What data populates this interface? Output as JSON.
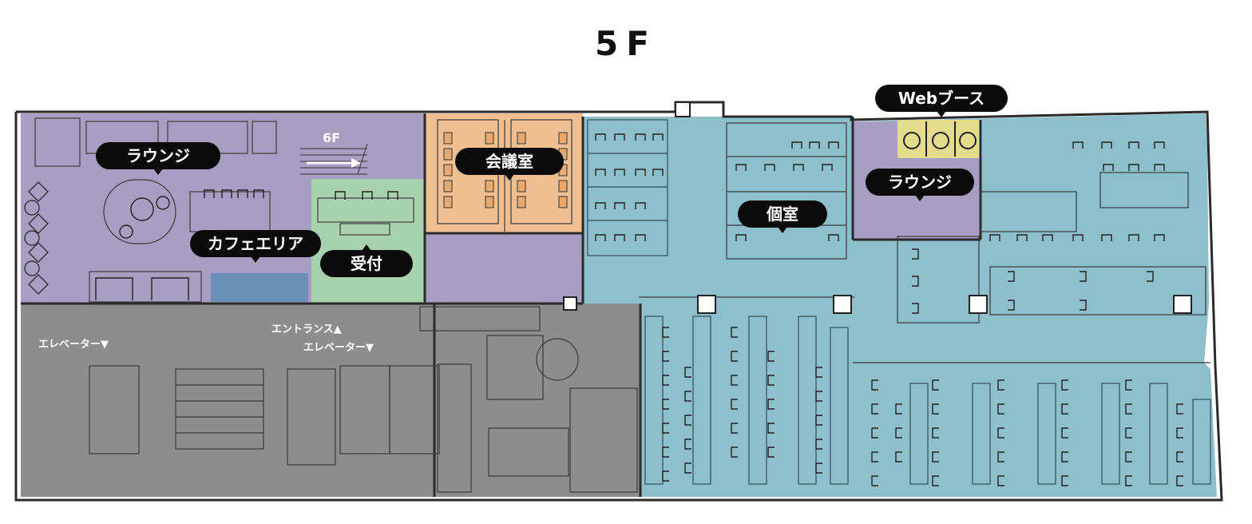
{
  "floor": {
    "title": "5F"
  },
  "labels": {
    "lounge_west": "ラウンジ",
    "meeting_room": "会議室",
    "cafe_area": "カフェエリア",
    "reception": "受付",
    "private_room": "個室",
    "web_booth": "Webブース",
    "lounge_east": "ラウンジ"
  },
  "floor_text": {
    "stairs_6f": "6F",
    "elevator_west": "エレベーター▼",
    "entrance": "エントランス▲",
    "elevator_center": "エレベーター▼"
  },
  "colors": {
    "lounge": "#a89ec4",
    "meeting": "#efbf92",
    "reception": "#a8d2ae",
    "office": "#8dbfcc",
    "booth": "#e3dc8c",
    "core": "#8d8d8d",
    "cafe_counter": "#6a8fb8",
    "pill": "#0b0b0b"
  },
  "icons": {
    "stairs_arrow": "arrow-right-icon",
    "desk": "chair-icon",
    "column": "column-icon",
    "booth_seat": "booth-icon"
  }
}
